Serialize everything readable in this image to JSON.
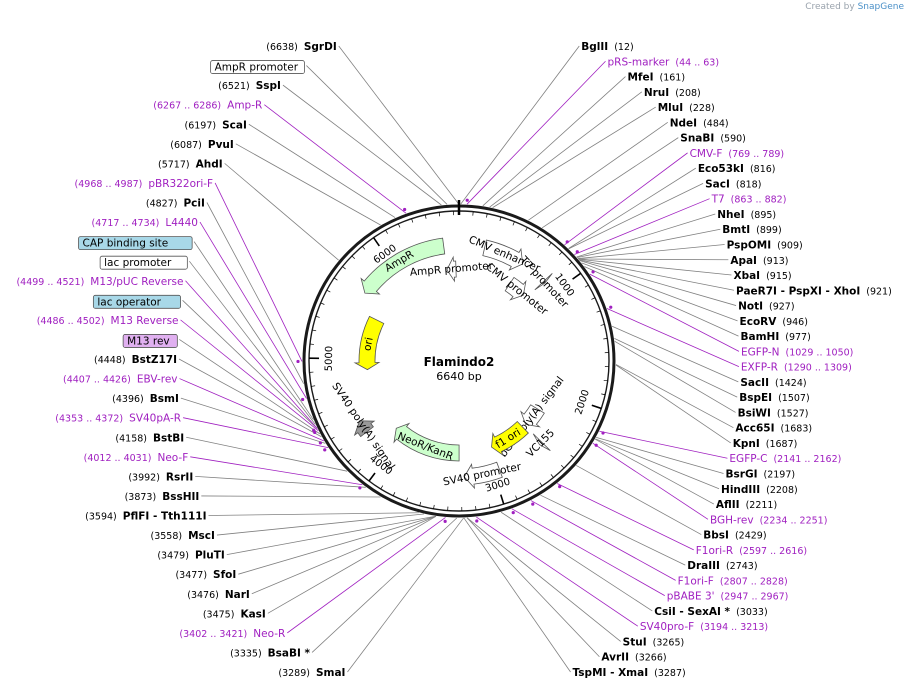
{
  "credit": {
    "prefix": "Created by",
    "brand": "SnapGene"
  },
  "plasmid": {
    "name": "Flamindo2",
    "length_text": "6640 bp",
    "length": 6640
  },
  "ruler_ticks": [
    "1000",
    "2000",
    "3000",
    "4000",
    "5000",
    "6000"
  ],
  "features": [
    {
      "name": "CMV enhancer",
      "color": "#ffffff",
      "start": 235,
      "end": 614,
      "direction": 1
    },
    {
      "name": "CMV promoter",
      "color": "#ffffff",
      "start": 615,
      "end": 818,
      "direction": 1
    },
    {
      "name": "T7 promoter",
      "color": "#ffffff",
      "start": 863,
      "end": 881,
      "direction": 1
    },
    {
      "name": "bGH poly(A) signal",
      "color": "#ffffff",
      "start": 2240,
      "end": 2464,
      "direction": 1
    },
    {
      "name": "VC155",
      "color": "#ffffff",
      "start": 2480,
      "end": 2510,
      "direction": 1
    },
    {
      "name": "f1 ori",
      "color": "#ffff00",
      "start": 2510,
      "end": 2938,
      "direction": 1
    },
    {
      "name": "SV40 promoter",
      "color": "#ffffff",
      "start": 2943,
      "end": 3272,
      "direction": 1
    },
    {
      "name": "NeoR/KanR",
      "color": "#ccffcc",
      "start": 3319,
      "end": 4113,
      "direction": 1
    },
    {
      "name": "SV40 poly(A) signal",
      "color": "#999999",
      "start": 4287,
      "end": 4408,
      "direction": 1
    },
    {
      "name": "ori",
      "color": "#ffff00",
      "start": 4881,
      "end": 5469,
      "direction": -1
    },
    {
      "name": "AmpR",
      "color": "#ccffcc",
      "start": 5640,
      "end": 6500,
      "direction": -1
    },
    {
      "name": "AmpR promoter",
      "color": "#ffffff",
      "start": 6501,
      "end": 6605,
      "direction": -1
    }
  ],
  "labels_right": [
    {
      "kind": "enzyme",
      "name": "BglII",
      "pos": "(12)",
      "site": 12
    },
    {
      "kind": "primer",
      "name": "pRS-marker",
      "pos": "(44 .. 63)",
      "site": 54
    },
    {
      "kind": "enzyme",
      "name": "MfeI",
      "pos": "(161)",
      "site": 161
    },
    {
      "kind": "enzyme",
      "name": "NruI",
      "pos": "(208)",
      "site": 208
    },
    {
      "kind": "enzyme",
      "name": "MluI",
      "pos": "(228)",
      "site": 228
    },
    {
      "kind": "enzyme",
      "name": "NdeI",
      "pos": "(484)",
      "site": 484
    },
    {
      "kind": "enzyme",
      "name": "SnaBI",
      "pos": "(590)",
      "site": 590
    },
    {
      "kind": "primer",
      "name": "CMV-F",
      "pos": "(769 .. 789)",
      "site": 779
    },
    {
      "kind": "enzyme",
      "name": "Eco53kI",
      "pos": "(816)",
      "site": 816
    },
    {
      "kind": "enzyme",
      "name": "SacI",
      "pos": "(818)",
      "site": 818
    },
    {
      "kind": "primer",
      "name": "T7",
      "pos": "(863 .. 882)",
      "site": 872
    },
    {
      "kind": "enzyme",
      "name": "NheI",
      "pos": "(895)",
      "site": 895
    },
    {
      "kind": "enzyme",
      "name": "BmtI",
      "pos": "(899)",
      "site": 899
    },
    {
      "kind": "enzyme",
      "name": "PspOMI",
      "pos": "(909)",
      "site": 909
    },
    {
      "kind": "enzyme",
      "name": "ApaI",
      "pos": "(913)",
      "site": 913
    },
    {
      "kind": "enzyme",
      "name": "XbaI",
      "pos": "(915)",
      "site": 915
    },
    {
      "kind": "enzyme",
      "name": "PaeR7I  - PspXI  - XhoI",
      "pos": "(921)",
      "site": 921,
      "pos_after": true
    },
    {
      "kind": "enzyme",
      "name": "NotI",
      "pos": "(927)",
      "site": 927
    },
    {
      "kind": "enzyme",
      "name": "EcoRV",
      "pos": "(946)",
      "site": 946
    },
    {
      "kind": "enzyme",
      "name": "BamHI",
      "pos": "(977)",
      "site": 977
    },
    {
      "kind": "primer",
      "name": "EGFP-N",
      "pos": "(1029 .. 1050)",
      "site": 1040
    },
    {
      "kind": "primer",
      "name": "EXFP-R",
      "pos": "(1290 .. 1309)",
      "site": 1300
    },
    {
      "kind": "enzyme",
      "name": "SacII",
      "pos": "(1424)",
      "site": 1424
    },
    {
      "kind": "enzyme",
      "name": "BspEI",
      "pos": "(1507)",
      "site": 1507
    },
    {
      "kind": "enzyme",
      "name": "BsiWI",
      "pos": "(1527)",
      "site": 1527
    },
    {
      "kind": "enzyme",
      "name": "Acc65I",
      "pos": "(1683)",
      "site": 1683
    },
    {
      "kind": "enzyme",
      "name": "KpnI",
      "pos": "(1687)",
      "site": 1687
    },
    {
      "kind": "primer",
      "name": "EGFP-C",
      "pos": "(2141 .. 2162)",
      "site": 2150
    },
    {
      "kind": "enzyme",
      "name": "BsrGI",
      "pos": "(2197)",
      "site": 2197
    },
    {
      "kind": "enzyme",
      "name": "HindIII",
      "pos": "(2208)",
      "site": 2208
    },
    {
      "kind": "enzyme",
      "name": "AflII",
      "pos": "(2211)",
      "site": 2211
    },
    {
      "kind": "primer",
      "name": "BGH-rev",
      "pos": "(2234 .. 2251)",
      "site": 2242
    },
    {
      "kind": "enzyme",
      "name": "BbsI",
      "pos": "(2429)",
      "site": 2429
    },
    {
      "kind": "primer",
      "name": "F1ori-R",
      "pos": "(2597 .. 2616)",
      "site": 2606
    },
    {
      "kind": "enzyme",
      "name": "DraIII",
      "pos": "(2743)",
      "site": 2743
    },
    {
      "kind": "primer",
      "name": "F1ori-F",
      "pos": "(2807 .. 2828)",
      "site": 2817
    },
    {
      "kind": "primer",
      "name": "pBABE 3'",
      "pos": "(2947 .. 2967)",
      "site": 2957
    },
    {
      "kind": "enzyme",
      "name": "CsiI  - SexAI *",
      "pos": "(3033)",
      "site": 3033,
      "pos_after": true
    },
    {
      "kind": "primer",
      "name": "SV40pro-F",
      "pos": "(3194 .. 3213)",
      "site": 3203
    },
    {
      "kind": "enzyme",
      "name": "StuI",
      "pos": "(3265)",
      "site": 3265
    },
    {
      "kind": "enzyme",
      "name": "AvrII",
      "pos": "(3266)",
      "site": 3266
    },
    {
      "kind": "enzyme",
      "name": "TspMI  - XmaI",
      "pos": "(3287)",
      "site": 3287
    }
  ],
  "labels_left": [
    {
      "kind": "enzyme",
      "name": "SmaI",
      "pos": "(3289)",
      "site": 3289
    },
    {
      "kind": "enzyme",
      "name": "BsaBI *",
      "pos": "(3335)",
      "site": 3335
    },
    {
      "kind": "primer",
      "name": "Neo-R",
      "pos": "(3402 .. 3421)",
      "site": 3411
    },
    {
      "kind": "enzyme",
      "name": "KasI",
      "pos": "(3475)",
      "site": 3475
    },
    {
      "kind": "enzyme",
      "name": "NarI",
      "pos": "(3476)",
      "site": 3476
    },
    {
      "kind": "enzyme",
      "name": "SfoI",
      "pos": "(3477)",
      "site": 3477
    },
    {
      "kind": "enzyme",
      "name": "PluTI",
      "pos": "(3479)",
      "site": 3479
    },
    {
      "kind": "enzyme",
      "name": "MscI",
      "pos": "(3558)",
      "site": 3558
    },
    {
      "kind": "enzyme",
      "name": "PflFI  - Tth111I",
      "pos": "(3594)",
      "site": 3594
    },
    {
      "kind": "enzyme",
      "name": "BssHII",
      "pos": "(3873)",
      "site": 3873
    },
    {
      "kind": "enzyme",
      "name": "RsrII",
      "pos": "(3992)",
      "site": 3992
    },
    {
      "kind": "primer",
      "name": "Neo-F",
      "pos": "(4012 .. 4031)",
      "site": 4021
    },
    {
      "kind": "enzyme",
      "name": "BstBI",
      "pos": "(4158)",
      "site": 4158
    },
    {
      "kind": "primer",
      "name": "SV40pA-R",
      "pos": "(4353 .. 4372)",
      "site": 4362
    },
    {
      "kind": "enzyme",
      "name": "BsmI",
      "pos": "(4396)",
      "site": 4396
    },
    {
      "kind": "primer",
      "name": "EBV-rev",
      "pos": "(4407 .. 4426)",
      "site": 4416
    },
    {
      "kind": "enzyme",
      "name": "BstZ17I",
      "pos": "(4448)",
      "site": 4448
    },
    {
      "kind": "boxed",
      "name": "M13 rev",
      "fill": "#e0b0f0",
      "site": 4470
    },
    {
      "kind": "primer",
      "name": "M13 Reverse",
      "pos": "(4486 .. 4502)",
      "site": 4494
    },
    {
      "kind": "boxed",
      "name": "lac operator",
      "fill": "#a8d8e8",
      "site": 4510
    },
    {
      "kind": "primer",
      "name": "M13/pUC Reverse",
      "pos": "(4499 .. 4521)",
      "site": 4510
    },
    {
      "kind": "boxed",
      "name": "lac promoter",
      "fill": "#ffffff",
      "site": 4540
    },
    {
      "kind": "boxed",
      "name": "CAP binding site",
      "fill": "#a8d8e8",
      "site": 4575
    },
    {
      "kind": "primer",
      "name": "L4440",
      "pos": "(4717 .. 4734)",
      "site": 4725
    },
    {
      "kind": "enzyme",
      "name": "PciI",
      "pos": "(4827)",
      "site": 4827
    },
    {
      "kind": "primer",
      "name": "pBR322ori-F",
      "pos": "(4968 .. 4987)",
      "site": 4977
    },
    {
      "kind": "enzyme",
      "name": "AhdI",
      "pos": "(5717)",
      "site": 5717
    },
    {
      "kind": "enzyme",
      "name": "PvuI",
      "pos": "(6087)",
      "site": 6087
    },
    {
      "kind": "enzyme",
      "name": "ScaI",
      "pos": "(6197)",
      "site": 6197
    },
    {
      "kind": "primer",
      "name": "Amp-R",
      "pos": "(6267 .. 6286)",
      "site": 6276
    },
    {
      "kind": "enzyme",
      "name": "SspI",
      "pos": "(6521)",
      "site": 6521
    },
    {
      "kind": "boxed",
      "name": "AmpR promoter",
      "fill": "#ffffff",
      "site": 6560
    },
    {
      "kind": "enzyme",
      "name": "SgrDI",
      "pos": "(6638)",
      "site": 6638
    }
  ]
}
